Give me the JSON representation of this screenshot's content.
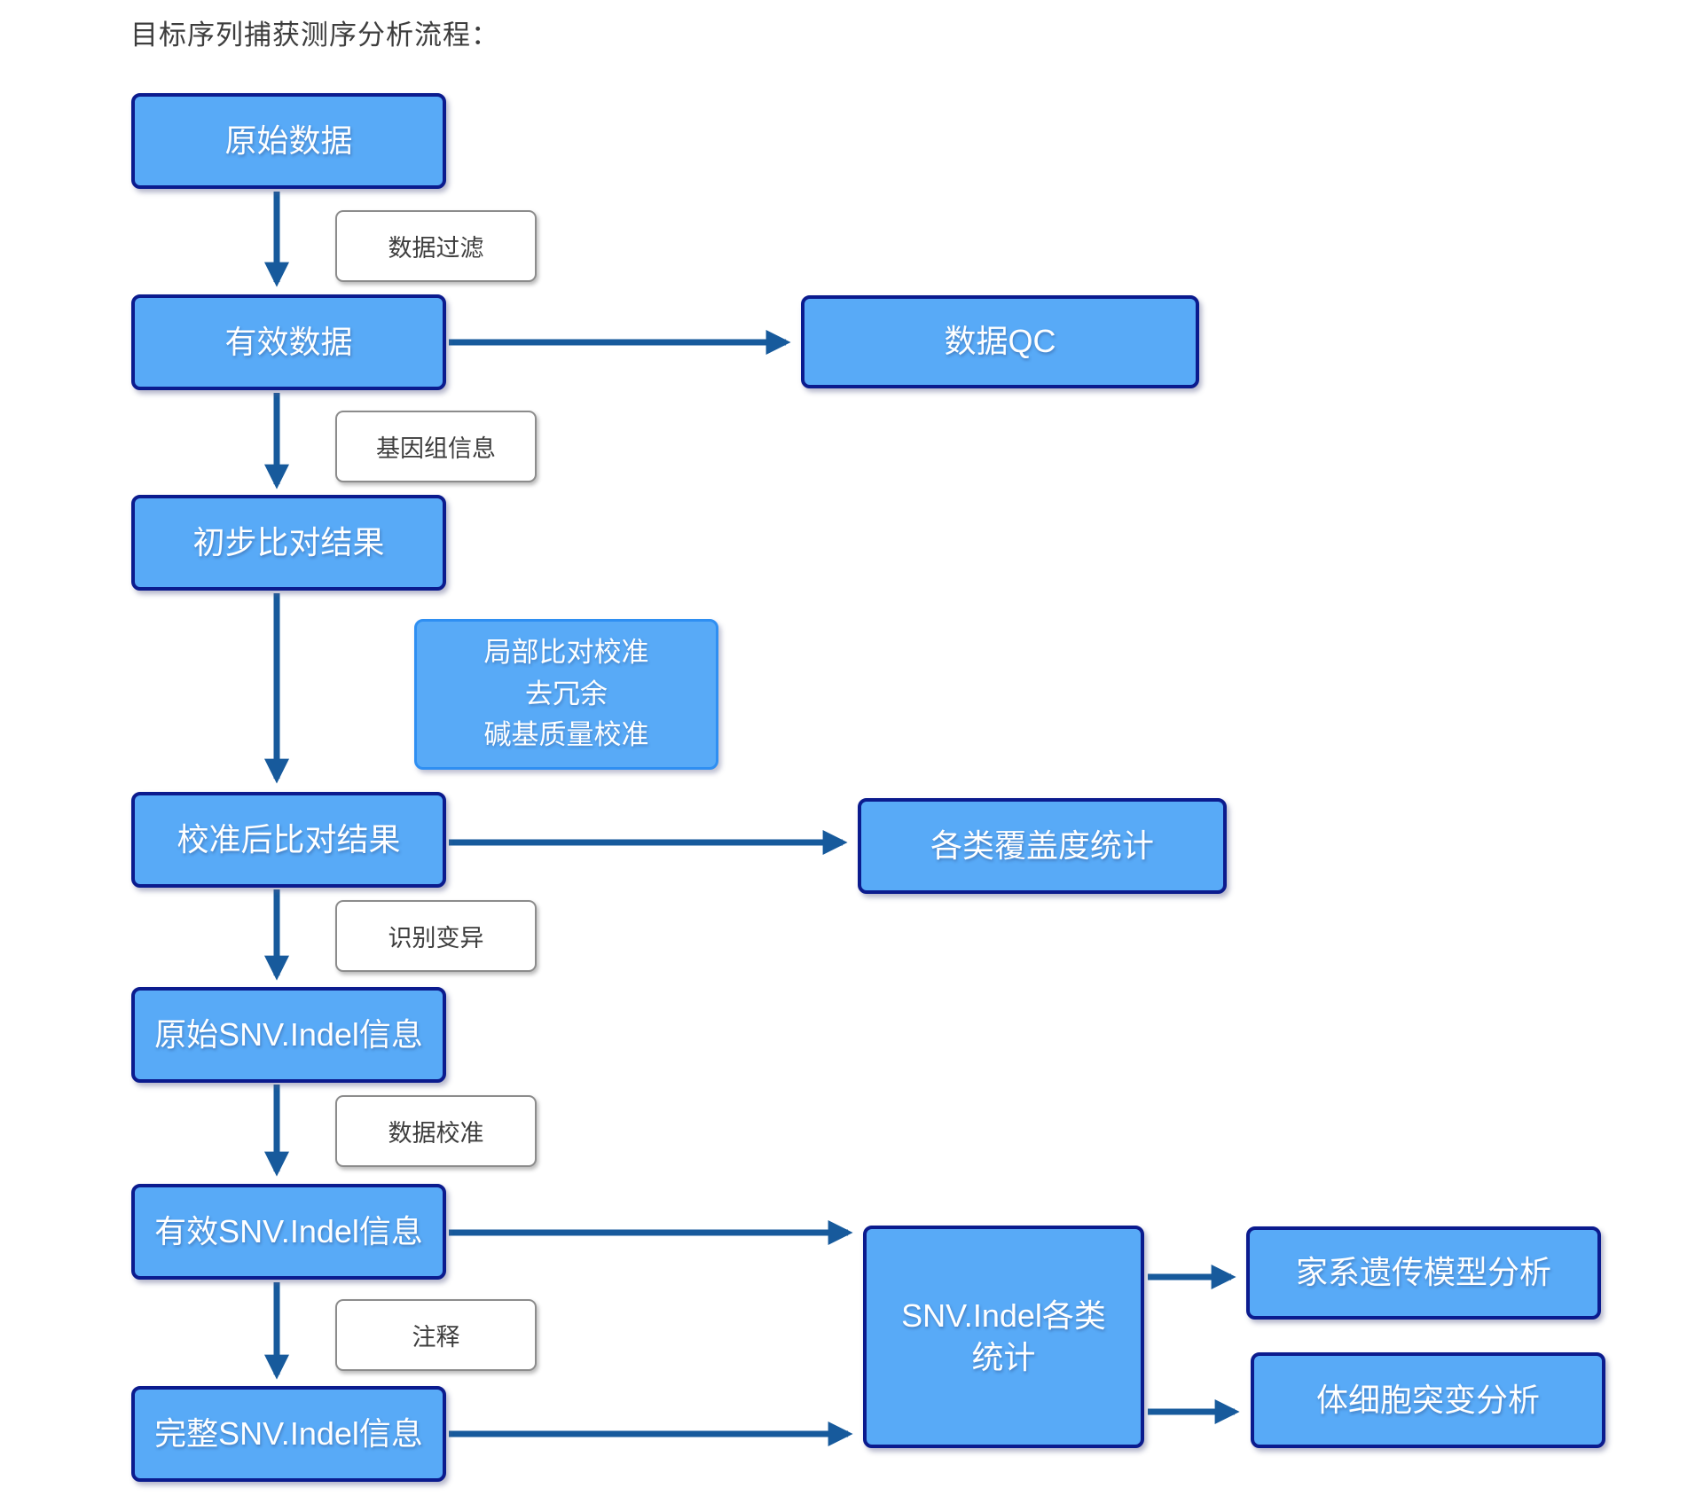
{
  "title": "目标序列捕获测序分析流程：",
  "nodes": {
    "raw_data": {
      "label": "原始数据"
    },
    "valid_data": {
      "label": "有效数据"
    },
    "data_qc": {
      "label": "数据QC"
    },
    "initial_alignment": {
      "label": "初步比对结果"
    },
    "calibrated_alignment": {
      "label": "校准后比对结果"
    },
    "coverage_stats": {
      "label": "各类覆盖度统计"
    },
    "raw_snv_indel": {
      "label": "原始SNV.Indel信息"
    },
    "valid_snv_indel": {
      "label": "有效SNV.Indel信息"
    },
    "complete_snv_indel": {
      "label": "完整SNV.Indel信息"
    },
    "snv_indel_stats": {
      "label": "SNV.Indel各类统计"
    },
    "family_model": {
      "label": "家系遗传模型分析"
    },
    "somatic_mutation": {
      "label": "体细胞突变分析"
    }
  },
  "process_labels": {
    "data_filter": "数据过滤",
    "genome_info": "基因组信息",
    "local_recalibration": "局部比对校准\n去冗余\n碱基质量校准",
    "variant_calling": "识别变异",
    "data_calibration": "数据校准",
    "annotation": "注释"
  },
  "colors": {
    "node_fill": "#58aaf7",
    "node_border": "#0b1b8e",
    "blue_label_border": "#2f8ff2",
    "proc_border": "#8c8c8c",
    "arrow": "#175a9c",
    "title_text": "#3d3d3d",
    "node_text": "#ffffff",
    "background": "#ffffff"
  }
}
